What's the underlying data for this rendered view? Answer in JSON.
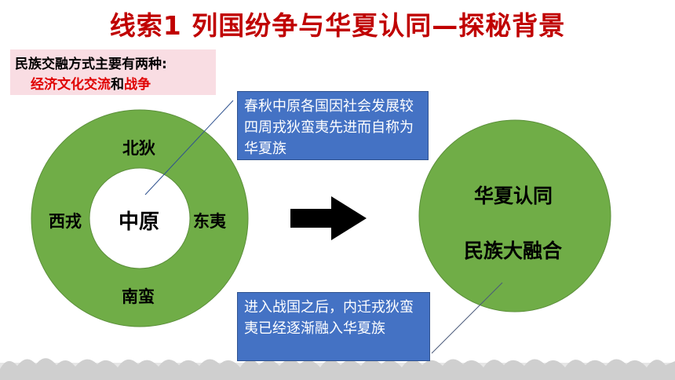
{
  "title": "线索1  列国纷争与华夏认同—探秘背景",
  "intro": {
    "line1": "民族交融方式主要有两种:",
    "part_a": "经济文化交流",
    "connector": "和",
    "part_b": "战争"
  },
  "ring": {
    "north": "北狄",
    "west": "西戎",
    "east": "东夷",
    "south": "南蛮",
    "center": "中原"
  },
  "callout_top": "春秋中原各国因社会发展较四周戎狄蛮夷先进而自称为华夏族",
  "result": {
    "line1": "华夏认同",
    "line2": "民族大融合"
  },
  "callout_bottom": "进入战国之后，内迁戎狄蛮夷已经逐渐融入华夏族",
  "colors": {
    "title": "#c00000",
    "ring": "#70ad47",
    "callout": "#4472c4",
    "arrow": "#000000"
  }
}
